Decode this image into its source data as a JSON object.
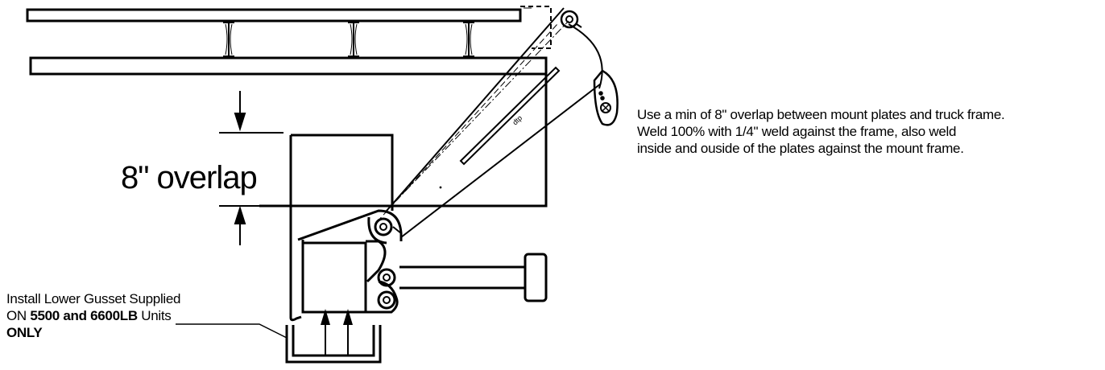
{
  "dimension": {
    "label": "8\" overlap"
  },
  "notes": {
    "overlap_instruction": {
      "line1": "Use a min of 8\" overlap between mount plates and truck frame.",
      "line2": "Weld 100% with 1/4\" weld against the frame, also weld",
      "line3": "inside and ouside of the plates against the mount frame."
    },
    "gusset_instruction": {
      "line1": "Install Lower Gusset Supplied",
      "line2_prefix": "ON ",
      "line2_bold": "5500 and 6600LB",
      "line2_suffix": " Units",
      "line3_bold": "ONLY"
    }
  },
  "colors": {
    "ink": "#000000",
    "paper": "#ffffff"
  }
}
